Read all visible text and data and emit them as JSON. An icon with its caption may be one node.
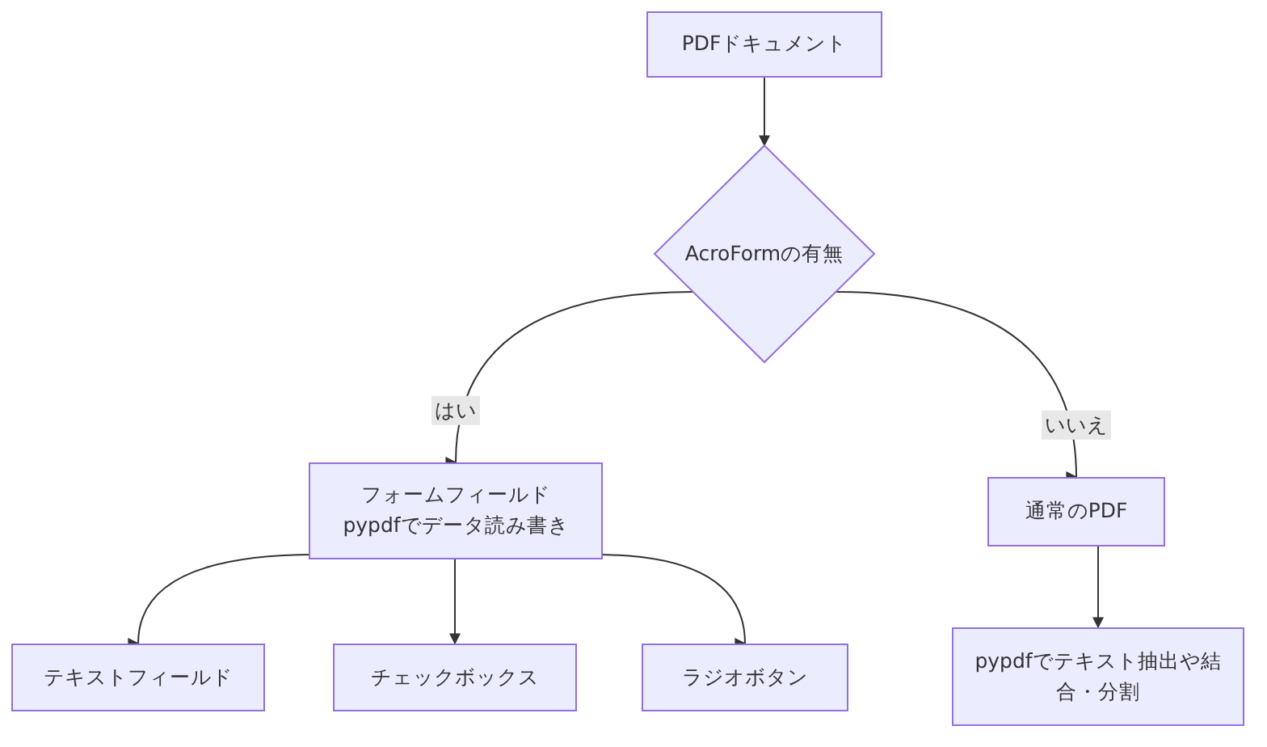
{
  "diagram": {
    "nodes": [
      {
        "text": [
          "PDFドキュメント"
        ]
      },
      {
        "text": [
          "AcroFormの有無"
        ]
      },
      {
        "text": [
          "フォームフィールド",
          "pypdfでデータ読み書き"
        ]
      },
      {
        "text": [
          "通常のPDF"
        ]
      },
      {
        "text": [
          "テキストフィールド"
        ]
      },
      {
        "text": [
          "チェックボックス"
        ]
      },
      {
        "text": [
          "ラジオボタン"
        ]
      },
      {
        "text": [
          "pypdfでテキスト抽出や結合・分割"
        ]
      }
    ],
    "edges": [
      {
        "from": 0,
        "to": 1,
        "arrow": "to"
      },
      {
        "from": 1,
        "to": 2,
        "arrow": "to",
        "label": "はい"
      },
      {
        "from": 1,
        "to": 3,
        "arrow": "to",
        "label": "いいえ"
      },
      {
        "from": 2,
        "to": 4,
        "arrow": "to"
      },
      {
        "from": 2,
        "to": 5,
        "arrow": "to"
      },
      {
        "from": 2,
        "to": 6,
        "arrow": "to"
      },
      {
        "from": 3,
        "to": 7,
        "arrow": "to"
      }
    ]
  }
}
